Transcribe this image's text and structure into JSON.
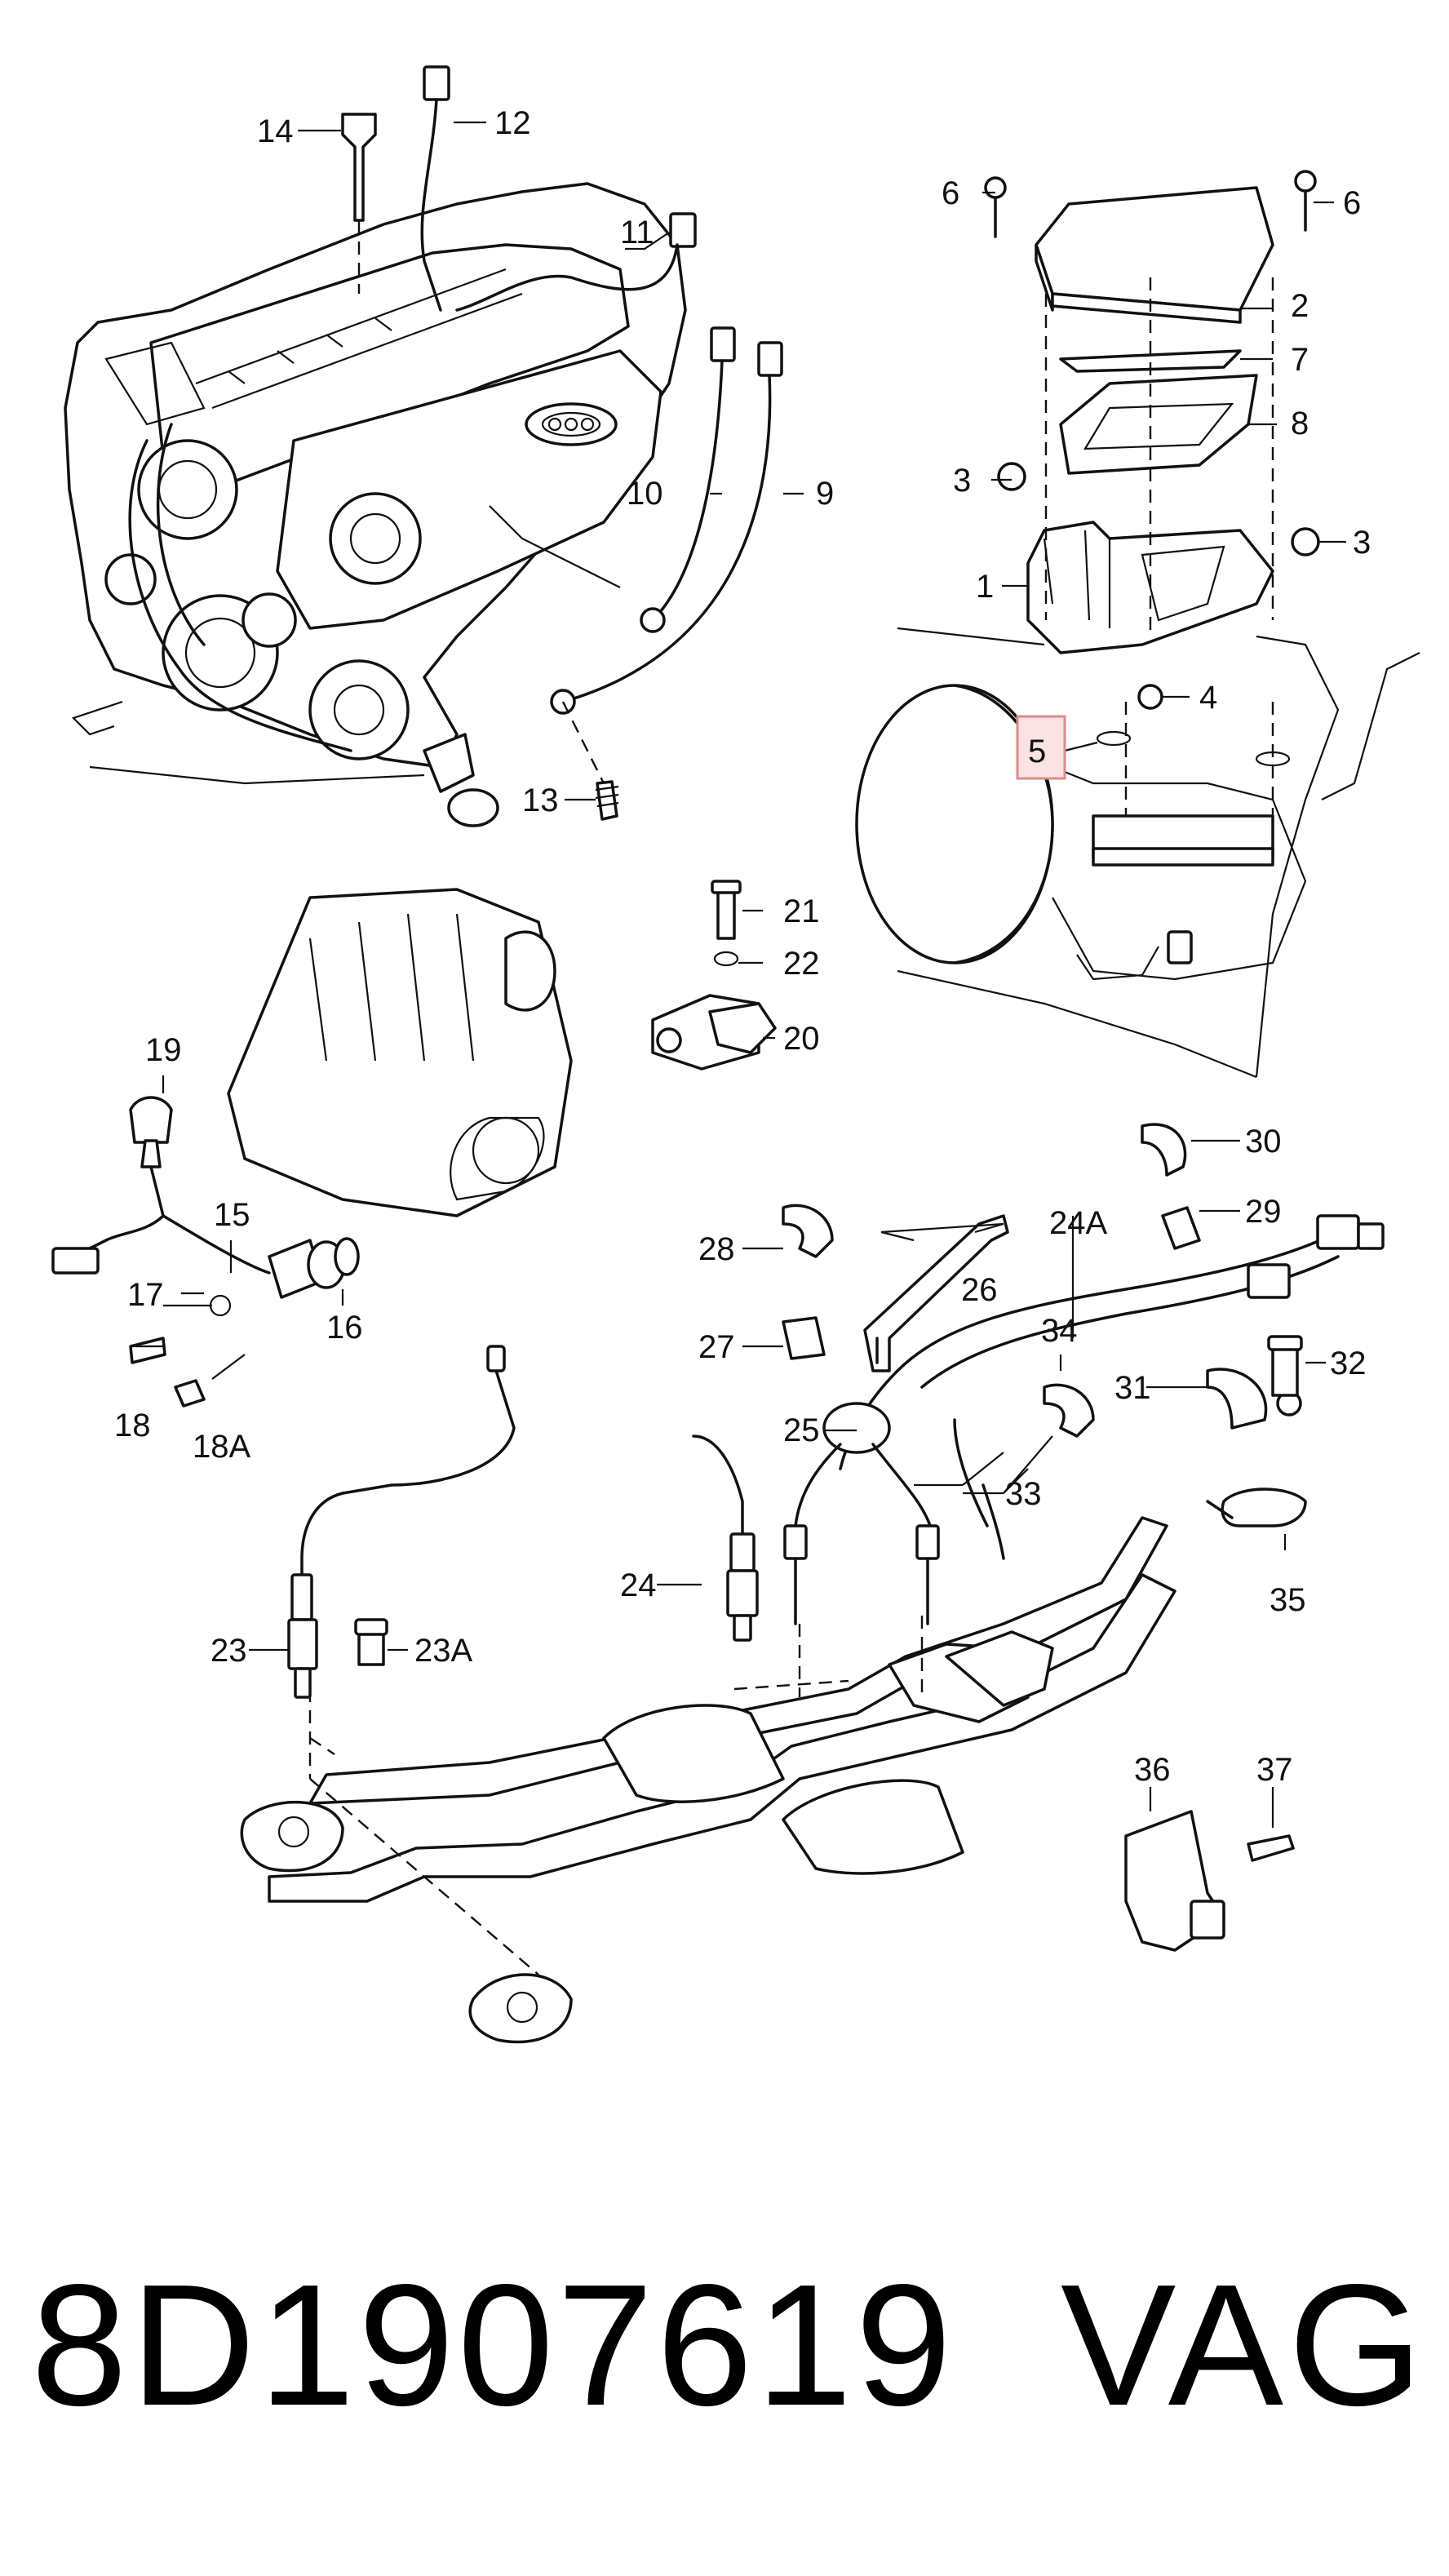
{
  "diagram": {
    "callouts": {
      "c1": "1",
      "c2": "2",
      "c3a": "3",
      "c3b": "3",
      "c4": "4",
      "c5": "5",
      "c6a": "6",
      "c6b": "6",
      "c7": "7",
      "c8": "8",
      "c9": "9",
      "c10": "10",
      "c11": "11",
      "c12": "12",
      "c13": "13",
      "c14": "14",
      "c15": "15",
      "c16": "16",
      "c17": "17",
      "c18": "18",
      "c18a": "18A",
      "c19": "19",
      "c20": "20",
      "c21": "21",
      "c22": "22",
      "c23": "23",
      "c23a": "23A",
      "c24": "24",
      "c24a": "24A",
      "c25": "25",
      "c26": "26",
      "c27": "27",
      "c28": "28",
      "c29": "29",
      "c30": "30",
      "c31": "31",
      "c32": "32",
      "c33": "33",
      "c34": "34",
      "c35": "35",
      "c36": "36",
      "c37": "37"
    },
    "highlighted_callout": "5",
    "highlight_color": "#e08a8a",
    "highlight_fill": "#fbe3e3"
  },
  "footer": {
    "part_number": "8D1907619",
    "brand": "VAG"
  }
}
